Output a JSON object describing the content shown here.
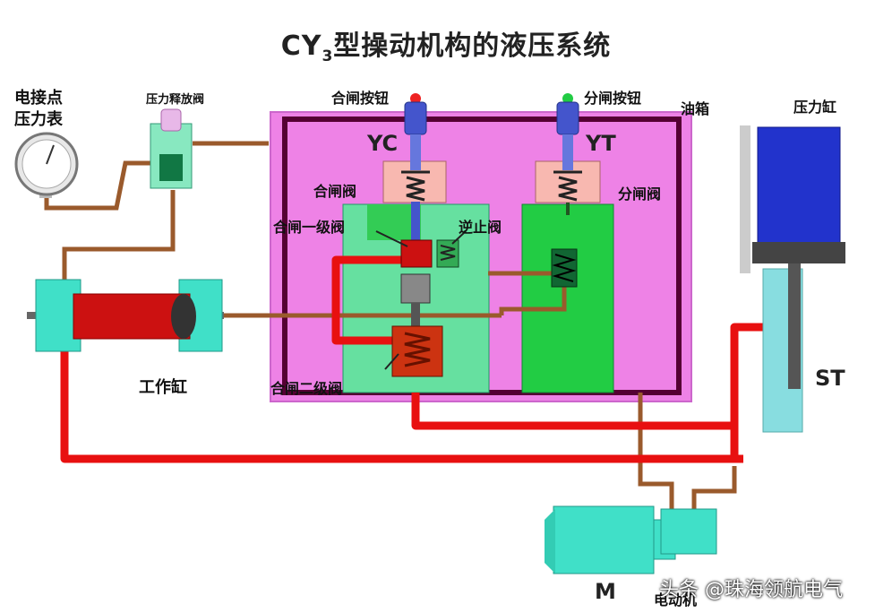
{
  "title": {
    "main": "CY",
    "sub": "3",
    "rest": "型操动机构的液压系统"
  },
  "labels": {
    "gauge": "电接点\n压力表",
    "release_valve": "压力释放阀",
    "close_button": "合闸按钮",
    "open_button": "分闸按钮",
    "oil_tank": "油箱",
    "pressure_cylinder": "压力缸",
    "yc": "YC",
    "yt": "YT",
    "close_valve": "合闸阀",
    "open_valve": "分闸阀",
    "close_first_valve": "合闸一级阀",
    "check_valve": "逆止阀",
    "close_second_valve": "合闸二级阀",
    "work_cylinder": "工作缸",
    "st": "ST",
    "motor_m": "M",
    "motor": "电动机"
  },
  "watermark": "头条 @珠海领航电气",
  "colors": {
    "tank": "#ee82e6",
    "valve_green": "#22cc44",
    "oil_red": "#e81010",
    "pipe_brown": "#9a5a2c",
    "cyan": "#40e0c8",
    "blue": "#2233cc"
  }
}
